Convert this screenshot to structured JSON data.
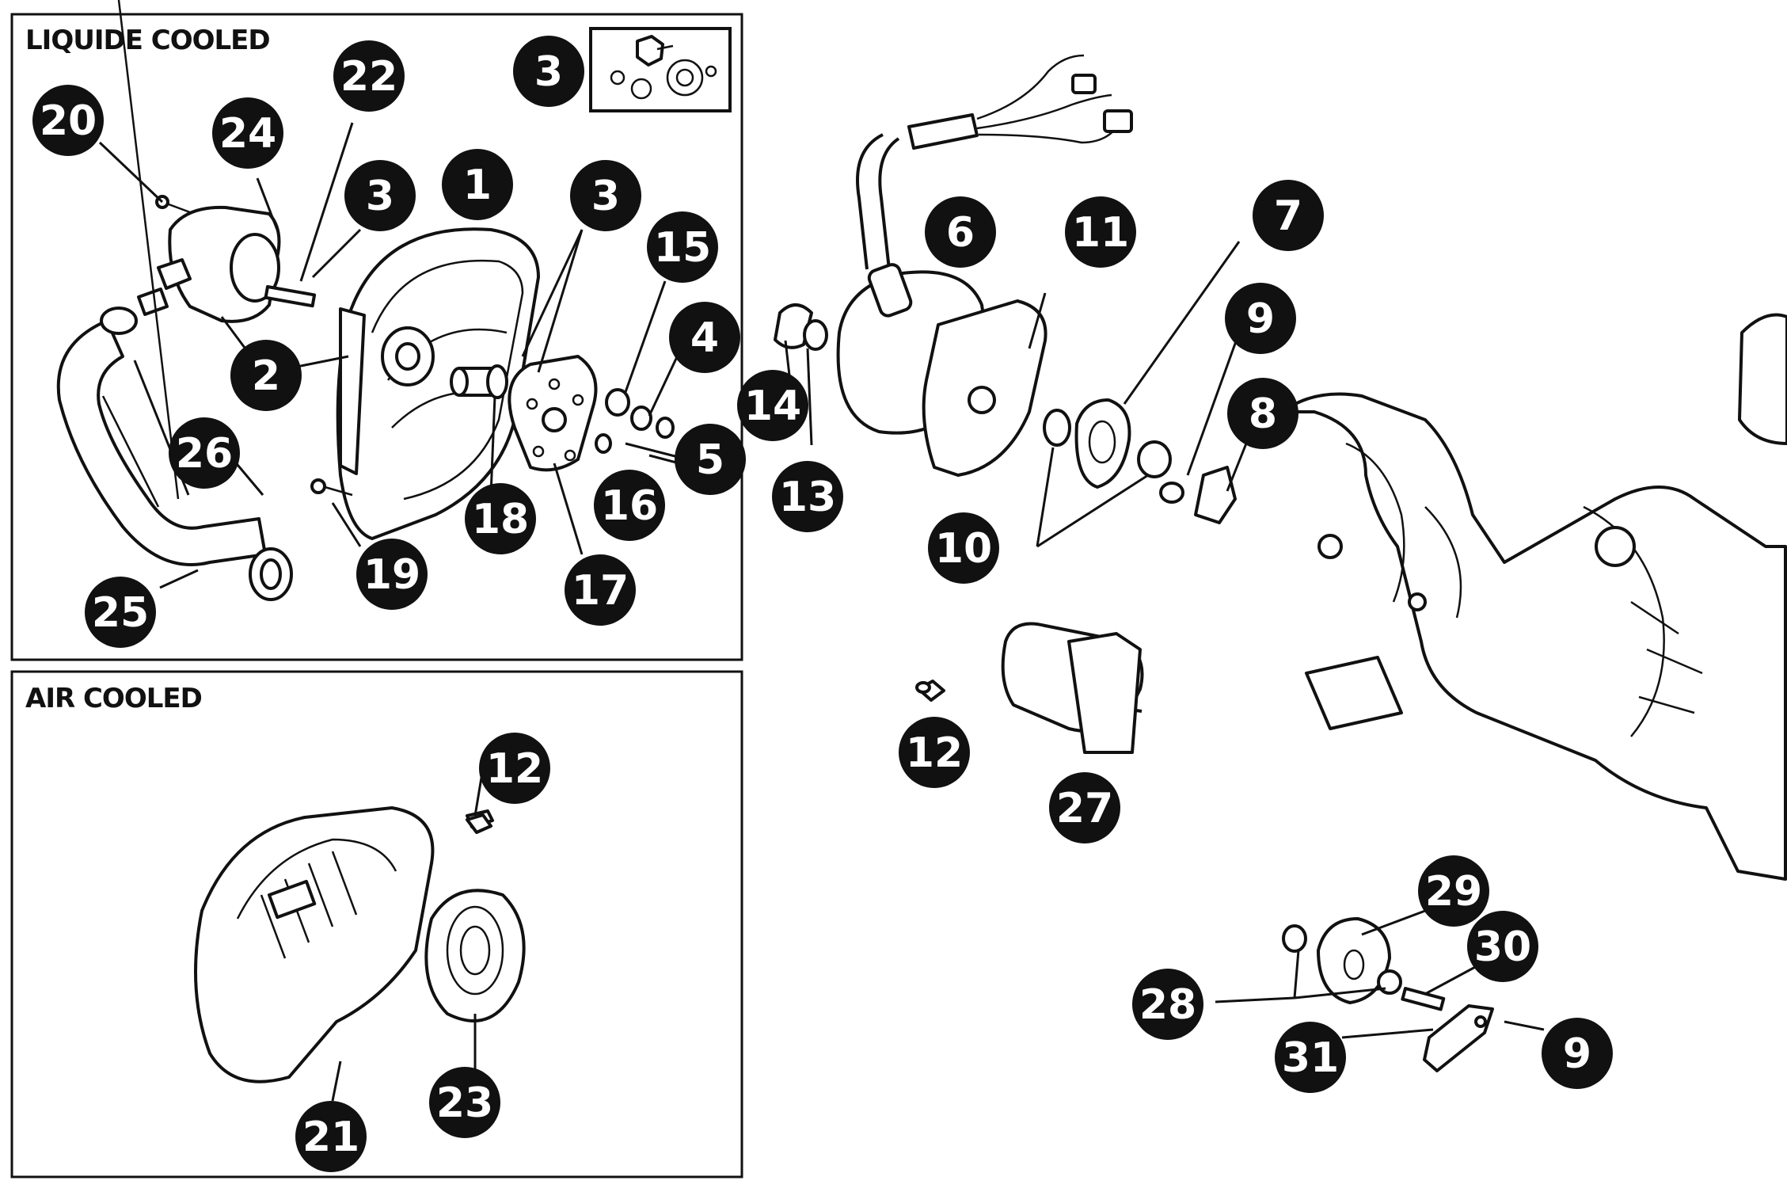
{
  "panels": {
    "liquid": {
      "title": "LIQUIDE COOLED"
    },
    "air": {
      "title": "AIR COOLED"
    }
  },
  "callouts": [
    "20",
    "24",
    "22",
    "3",
    "1",
    "3",
    "3",
    "15",
    "4",
    "2",
    "26",
    "18",
    "17",
    "16",
    "5",
    "19",
    "25",
    "12",
    "23",
    "21",
    "6",
    "11",
    "7",
    "9",
    "14",
    "13",
    "8",
    "10",
    "12",
    "27",
    "29",
    "30",
    "28",
    "31",
    "9"
  ],
  "colors": {
    "ink": "#111111",
    "paper": "#ffffff"
  },
  "icons": [
    "water-pump-icon",
    "fan-cover-icon",
    "impeller-fan-icon",
    "hose-icon",
    "wiring-harness-icon",
    "stator-icon",
    "flywheel-icon",
    "crankcase-icon",
    "starter-motor-icon",
    "air-shroud-icon",
    "gear-icon",
    "bolt-icon",
    "seal-kit-icon"
  ]
}
